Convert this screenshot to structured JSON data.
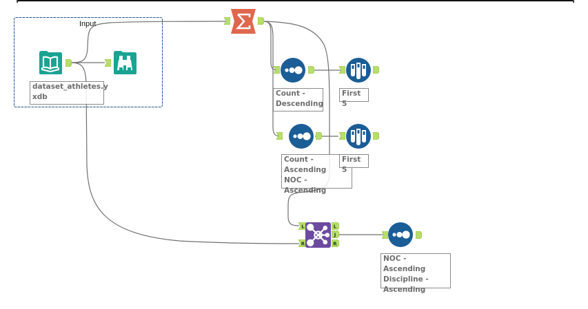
{
  "canvas": {
    "container": {
      "title": "Input",
      "border_color": "#1a4f8a"
    },
    "colors": {
      "input_tool": "#1aa392",
      "summarize_tool": "#e0674d",
      "sort_tool": "#1b5d96",
      "sample_tool": "#1b5d96",
      "join_tool": "#6b4aa0",
      "anchor": "#b8de6a",
      "wire": "#777777"
    },
    "tools": [
      {
        "id": "input",
        "type": "input-data",
        "icon": "book-icon",
        "label": "dataset_athletes.y\nxdb"
      },
      {
        "id": "browse",
        "type": "browse",
        "icon": "binoculars-icon",
        "label": ""
      },
      {
        "id": "summarize",
        "type": "summarize",
        "icon": "sigma-icon",
        "label": ""
      },
      {
        "id": "sort1",
        "type": "sort",
        "icon": "sort-dots-icon",
        "label": "Count -\nDescending"
      },
      {
        "id": "sample1",
        "type": "sample",
        "icon": "test-tubes-icon",
        "label": "First 5"
      },
      {
        "id": "sort2",
        "type": "sort",
        "icon": "sort-dots-icon",
        "label": "Count -\nAscending\nNOC - Ascending"
      },
      {
        "id": "sample2",
        "type": "sample",
        "icon": "test-tubes-icon",
        "label": "First 5"
      },
      {
        "id": "join",
        "type": "join",
        "icon": "join-network-icon",
        "label": "",
        "input_anchors": [
          "L",
          "R"
        ],
        "output_anchors": [
          "L",
          "J",
          "R"
        ]
      },
      {
        "id": "sort3",
        "type": "sort",
        "icon": "sort-dots-icon",
        "label": "NOC - Ascending\nDiscipline -\nAscending"
      }
    ],
    "connections": [
      {
        "from": "input",
        "to": "browse"
      },
      {
        "from": "input",
        "to": "summarize"
      },
      {
        "from": "input",
        "to": "join",
        "to_anchor": "R"
      },
      {
        "from": "summarize",
        "to": "sort1"
      },
      {
        "from": "summarize",
        "to": "sort2"
      },
      {
        "from": "summarize",
        "to": "join",
        "to_anchor": "L"
      },
      {
        "from": "sort1",
        "to": "sample1"
      },
      {
        "from": "sort2",
        "to": "sample2"
      },
      {
        "from": "join",
        "from_anchor": "J",
        "to": "sort3"
      }
    ]
  }
}
